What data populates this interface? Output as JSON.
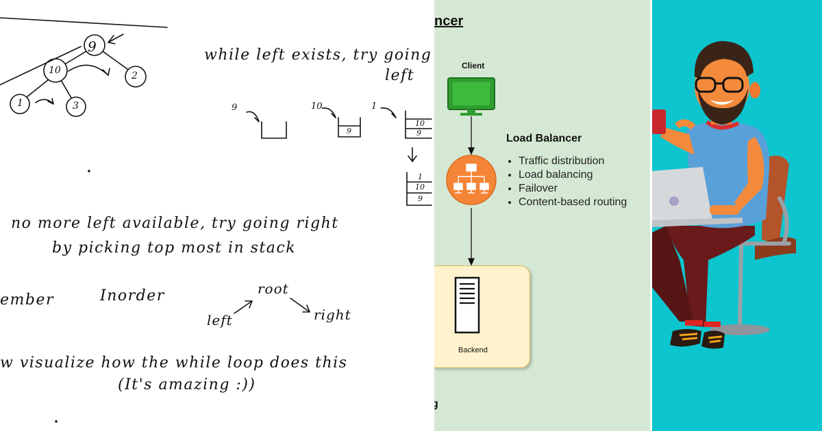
{
  "notes": {
    "tree": {
      "root": "9",
      "left": "10",
      "right": "2",
      "left_left": "1",
      "left_right": "3"
    },
    "line1": "while left exists, try going",
    "line1b": "left",
    "stack_labels": [
      "9",
      "10",
      "1"
    ],
    "stack_vals_b": [
      "9"
    ],
    "stack_vals_c": [
      "10",
      "9"
    ],
    "stack_vals_d": [
      "1",
      "10",
      "9"
    ],
    "line2": "no more left available, try going right",
    "line3": "by picking top most in stack",
    "line4a": "ember",
    "line4b": "Inorder",
    "flow_root": "root",
    "flow_left": "left",
    "flow_right": "right",
    "line5": "w visualize how the while loop does this",
    "line6": "(It's amazing :))"
  },
  "diagram": {
    "title": "ncer",
    "client": "Client",
    "lb_heading": "Load Balancer",
    "lb_items": [
      "Traffic distribution",
      "Load balancing",
      "Failover",
      "Content-based routing"
    ],
    "backend": "Backend",
    "cut_text": "g",
    "colors": {
      "background": "#d5e8d4",
      "client_screen": "#2db32d",
      "lb_circle": "#f58536",
      "backend_fill": "#fff2cc"
    }
  },
  "illustration": {
    "colors": {
      "background": "#0cc5ce",
      "shirt": "#5aa0d8",
      "pants": "#6a1a1a",
      "chair": "#b3542b"
    }
  }
}
